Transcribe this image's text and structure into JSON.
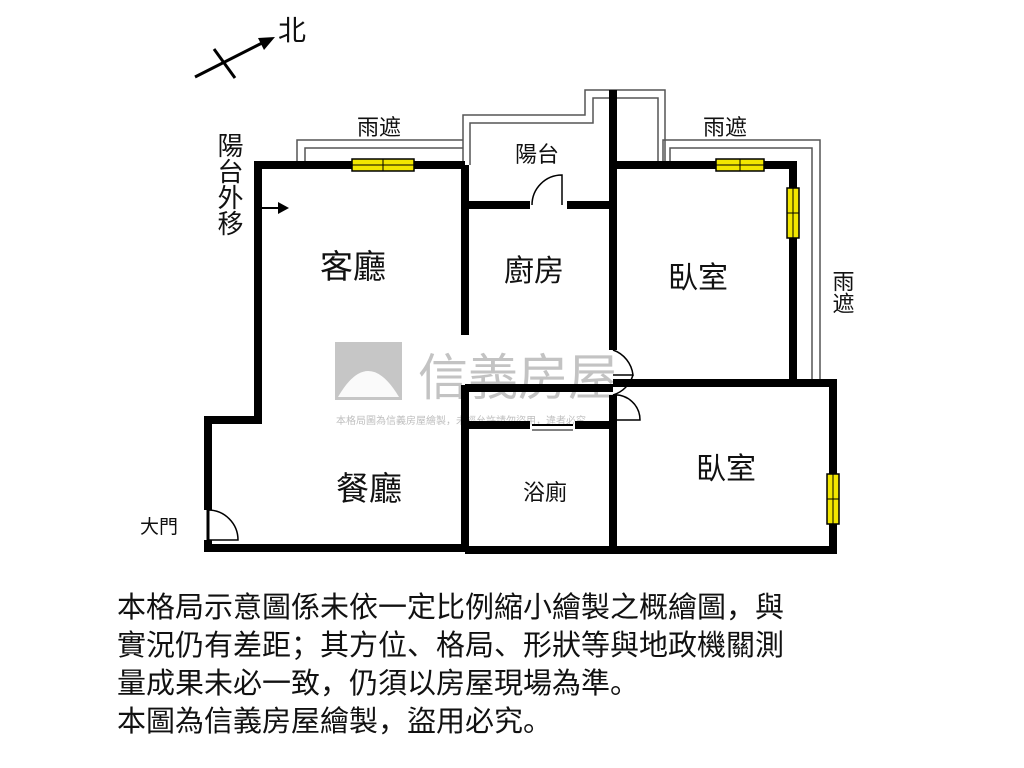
{
  "compass": {
    "label": "北"
  },
  "rooms": {
    "living": "客廳",
    "dining": "餐廳",
    "kitchen": "廚房",
    "balcony": "陽台",
    "bedroom_1": "臥室",
    "bedroom_2": "臥室",
    "bathroom": "浴廁"
  },
  "canopies": {
    "left": "雨遮",
    "right": "雨遮",
    "side": "雨遮"
  },
  "annotations": {
    "balcony_moved": "陽台外移",
    "main_door": "大門"
  },
  "watermark": {
    "brand": "信義房屋",
    "notice": "本格局圖為信義房屋繪製，未經允許請勿盜用，違者必究",
    "colors": {
      "logo_gray": "#b3b3b3"
    }
  },
  "disclaimer": [
    "本格局示意圖係未依一定比例縮小繪製之概繪圖，與",
    "實況仍有差距；其方位、格局、形狀等與地政機關測",
    "量成果未必一致，仍須以房屋現場為準。",
    "本圖為信義房屋繪製，盜用必究。"
  ],
  "colors": {
    "wall": "#000000",
    "window": "#f2e600",
    "canopy_line": "#555555"
  }
}
